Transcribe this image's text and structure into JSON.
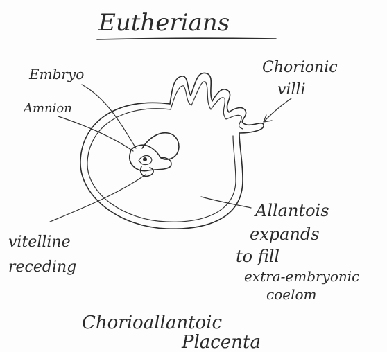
{
  "title": "Eutherians",
  "labels": {
    "embryo": "Embryo",
    "amnion": "Amnion",
    "chorionic_line1": "Chorionic",
    "chorionic_line2": "villi",
    "allantois_line1": "Allantois",
    "allantois_line2": "expands",
    "allantois_line3": "to fill",
    "allantois_line4": "extra-embryonic",
    "allantois_line5": "coelom",
    "vitelline_line1": "vitelline",
    "vitelline_line2": "receding",
    "caption_line1": "Chorioallantoic",
    "caption_line2": "Placenta"
  },
  "colors": {
    "ink": "#2b2b2b",
    "paper": "#fdfdfd"
  }
}
